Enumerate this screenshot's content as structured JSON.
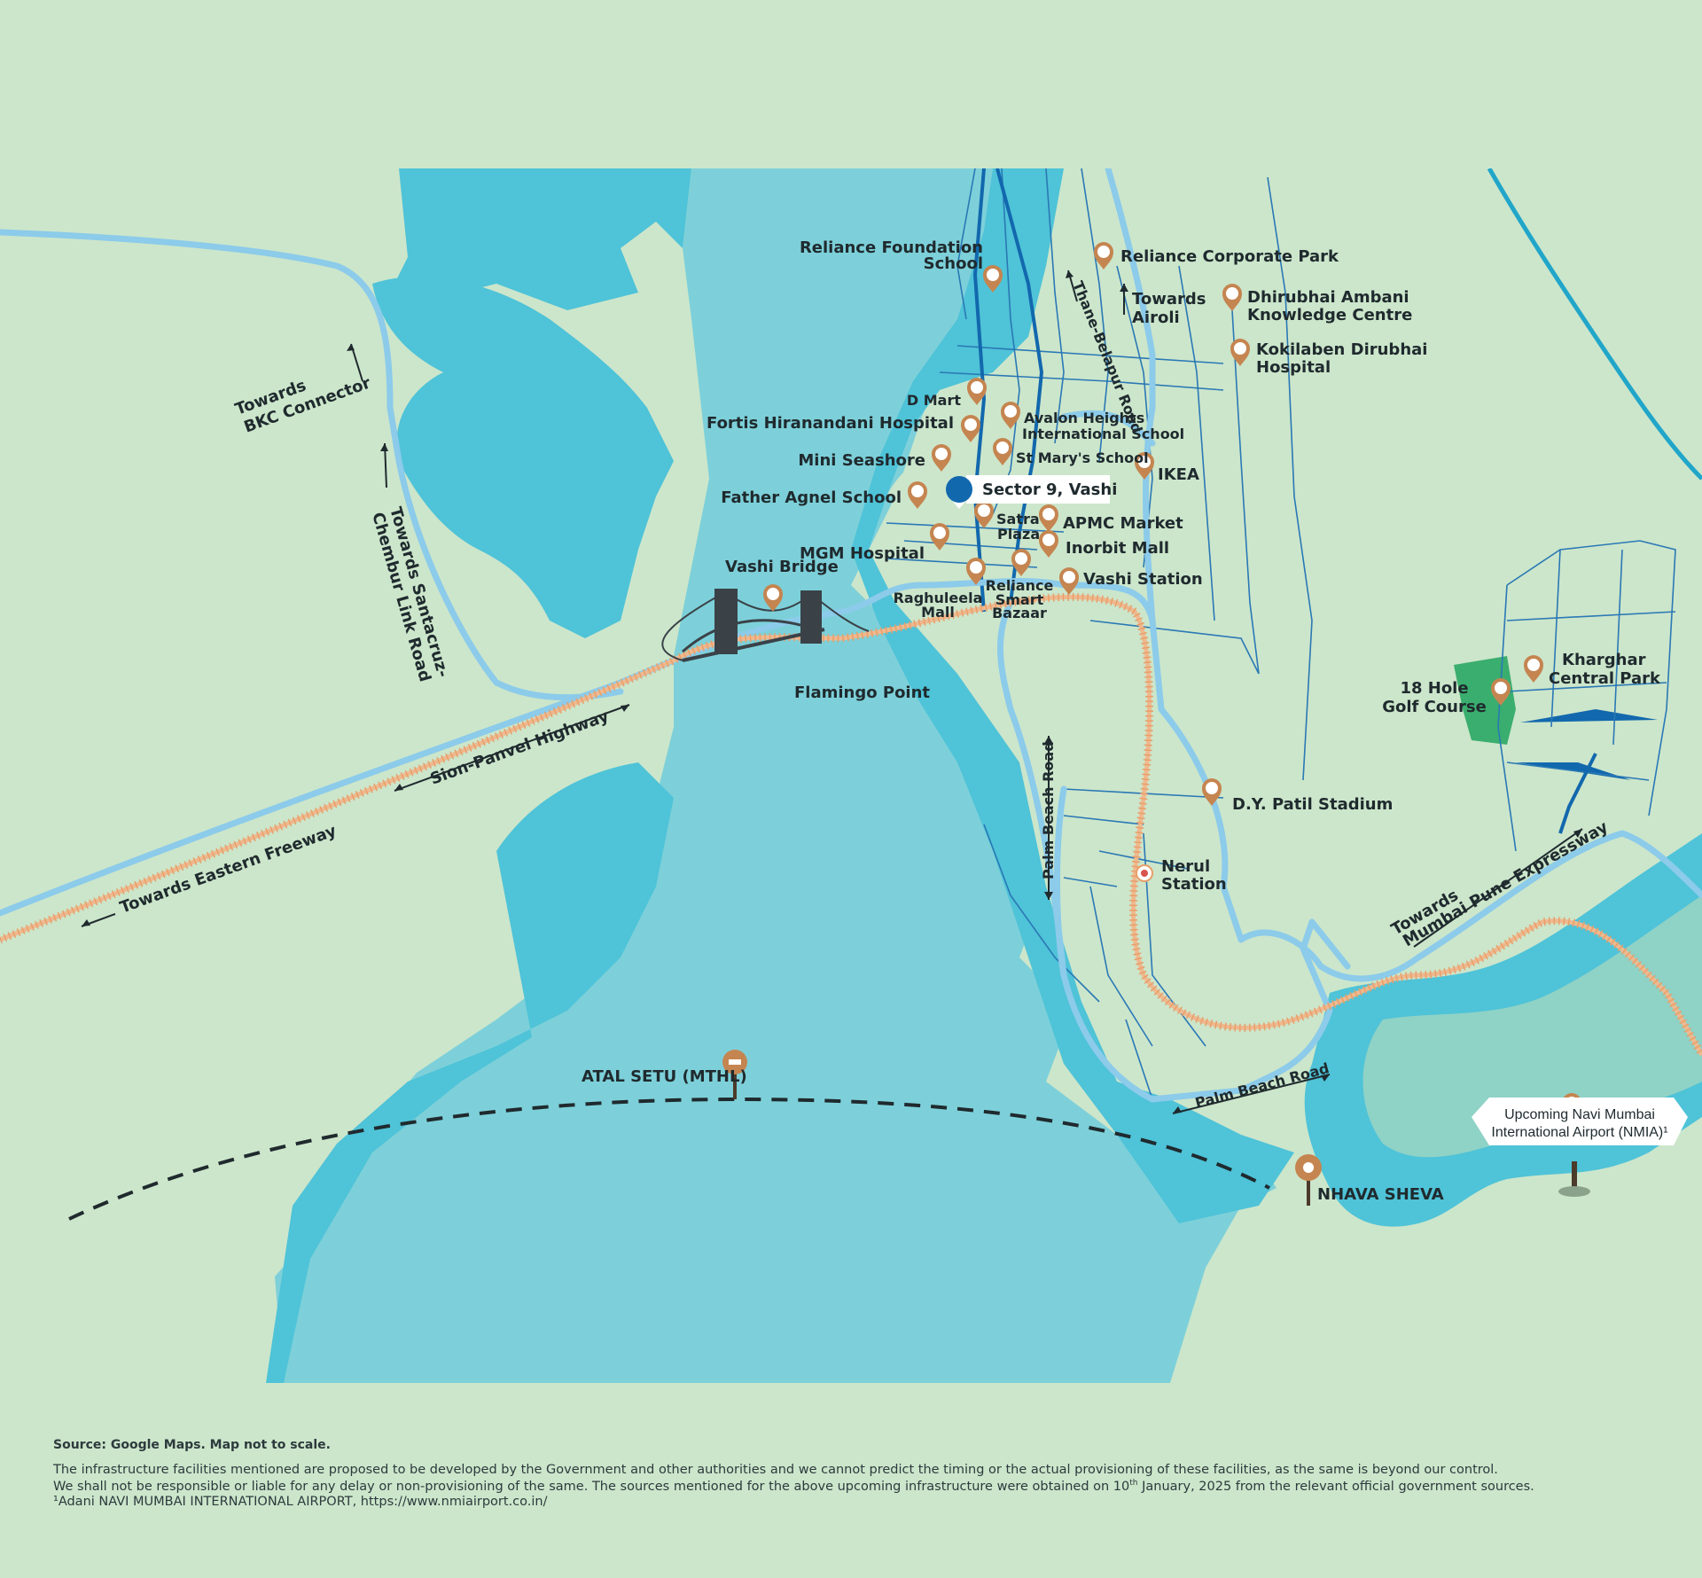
{
  "map": {
    "project_location": "Sector 9, Vashi",
    "landmarks": {
      "reliance_foundation_school_1": "Reliance Foundation",
      "reliance_foundation_school_2": "School",
      "reliance_corporate_park": "Reliance Corporate Park",
      "towards_airoli_1": "Towards",
      "towards_airoli_2": "Airoli",
      "dhirubhai_1": "Dhirubhai Ambani",
      "dhirubhai_2": "Knowledge Centre",
      "kokilaben_1": "Kokilaben Dirubhai",
      "kokilaben_2": "Hospital",
      "d_mart": "D Mart",
      "fortis": "Fortis Hiranandani Hospital",
      "avalon_1": "Avalon Heights",
      "avalon_2": "International School",
      "mini_seashore": "Mini Seashore",
      "st_marys": "St Mary's School",
      "ikea": "IKEA",
      "father_agnel": "Father Agnel School",
      "satra_1": "Satra",
      "satra_2": "Plaza",
      "apmc": "APMC Market",
      "mgm": "MGM Hospital",
      "inorbit": "Inorbit Mall",
      "vashi_bridge": "Vashi Bridge",
      "vashi_station": "Vashi Station",
      "raghuleela_1": "Raghuleela",
      "raghuleela_2": "Mall",
      "reliance_smart_1": "Reliance",
      "reliance_smart_2": "Smart",
      "reliance_smart_3": "Bazaar",
      "flamingo_point": "Flamingo Point",
      "kharghar_1": "Kharghar",
      "kharghar_2": "Central Park",
      "golf_1": "18 Hole",
      "golf_2": "Golf Course",
      "dy_patil": "D.Y. Patil Stadium",
      "nerul_1": "Nerul",
      "nerul_2": "Station",
      "atal_setu": "ATAL SETU (MTHL)",
      "nhava_sheva": "NHAVA SHEVA",
      "nmia_1": "Upcoming Navi Mumbai",
      "nmia_2": "International Airport (NMIA)¹"
    },
    "roads": {
      "towards_bkc_1": "Towards",
      "towards_bkc_2": "BKC Connector",
      "towards_santacruz_1": "Towards Santacruz-",
      "towards_santacruz_2": "Chembur Link Road",
      "sion_panvel": "Sion-Panvel Highway",
      "eastern_freeway": "Towards Eastern Freeway",
      "thane_belapur": "Thane-Belapur Road",
      "palm_beach_vertical": "Palm Beach Road",
      "palm_beach_horizontal": "Palm Beach Road",
      "mumbai_pune_1": "Towards",
      "mumbai_pune_2": "Mumbai Pune Expressway"
    },
    "colors": {
      "land": "#cce6cb",
      "sea": "#7dd0d9",
      "creek": "#4fc3d8",
      "road": "#8ccbea",
      "street": "#2a78b5",
      "rail": "#e79f6a",
      "pin": "#c58550",
      "marker": "#1268ad",
      "park": "#3aae6e"
    }
  },
  "footer": {
    "source": "Source: Google Maps. Map not to scale.",
    "disclaimer_1": "The infrastructure facilities mentioned are proposed to be developed by the Government and other authorities and we cannot predict the timing or the actual provisioning of these facilities, as the same is beyond our control.",
    "disclaimer_2_pre": "We shall not be responsible or liable for any delay or non-provisioning of the same. The sources mentioned for the above upcoming infrastructure were obtained on 10",
    "disclaimer_2_sup": "th",
    "disclaimer_2_post": " January, 2025 from the relevant official government sources.",
    "footnote": "¹Adani NAVI MUMBAI INTERNATIONAL AIRPORT, https://www.nmiairport.co.in/"
  }
}
